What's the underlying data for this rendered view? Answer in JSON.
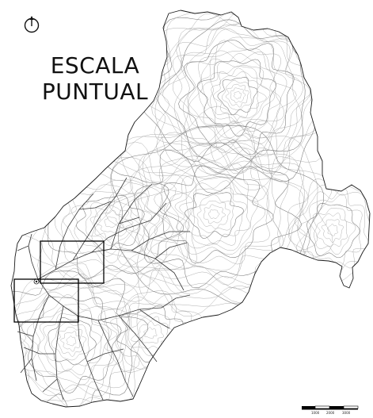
{
  "map": {
    "title_lines": [
      "ESCALA",
      "PUNTUAL"
    ],
    "north_icon": "north-arrow-icon",
    "scale_bar": {
      "labels": [
        "1000",
        "2000",
        "3000"
      ]
    },
    "colors": {
      "boundary": "#1a1a1a",
      "contour": "#9a9a9a",
      "contour_dark": "#777777",
      "streams": "#3a3a3a",
      "frames": "#000000"
    }
  }
}
